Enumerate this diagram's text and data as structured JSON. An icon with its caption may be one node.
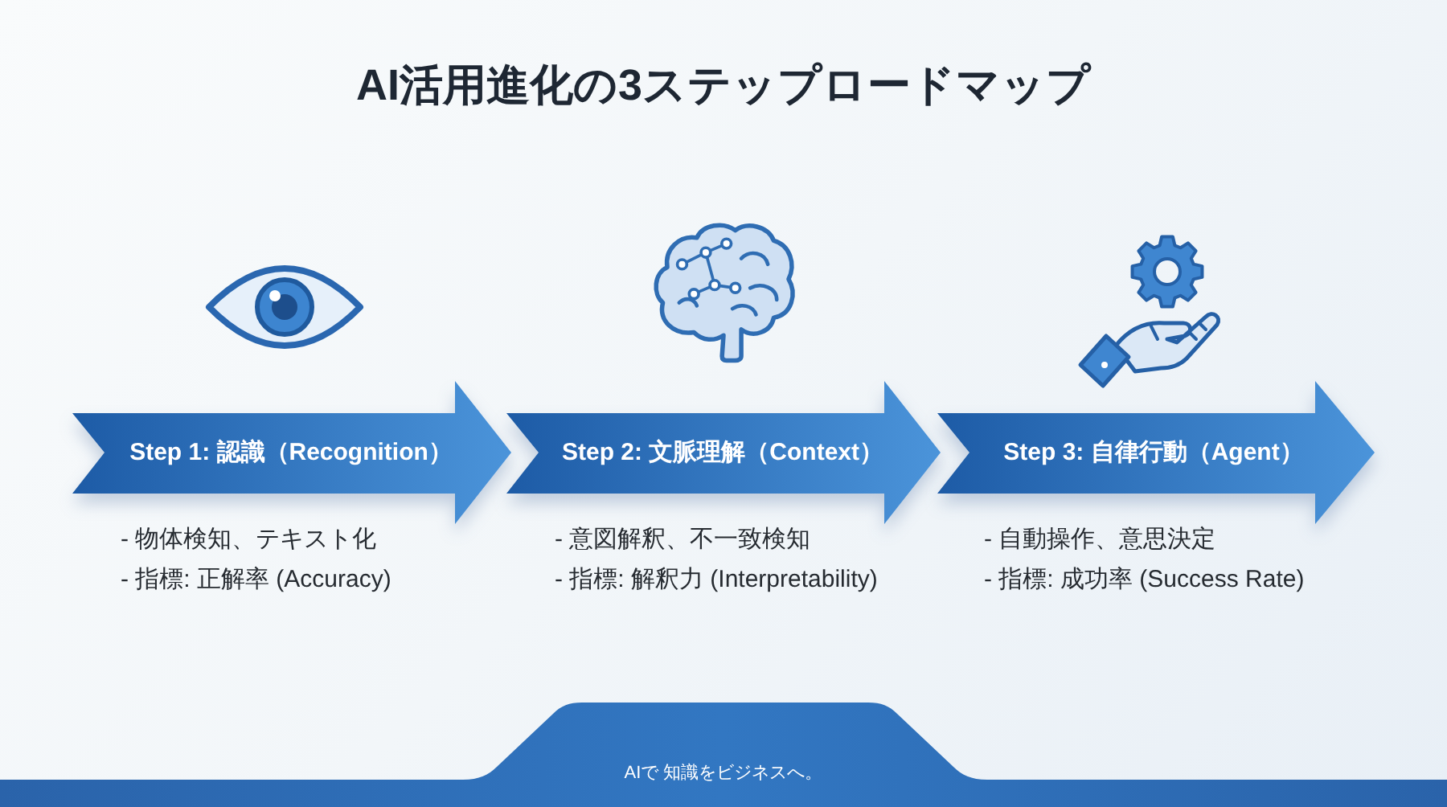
{
  "diagram": {
    "title": "AI活用進化の3ステップロードマップ",
    "nodes": [
      {
        "text": [
          "Step 1: 認識（Recognition）"
        ],
        "beside": [
          "- 物体検知、テキスト化",
          "- 指標: 正解率 (Accuracy)"
        ]
      },
      {
        "text": [
          "Step 2: 文脈理解（Context）"
        ],
        "beside": [
          "- 意図解釈、不一致検知",
          "- 指標: 解釈力 (Interpretability)"
        ]
      },
      {
        "text": [
          "Step 3: 自律行動（Agent）"
        ],
        "beside": [
          "- 自動操作、意思決定",
          "- 指標: 成功率 (Success Rate)"
        ]
      }
    ],
    "labels": [
      "AIで 知識をビジネスへ。"
    ]
  }
}
